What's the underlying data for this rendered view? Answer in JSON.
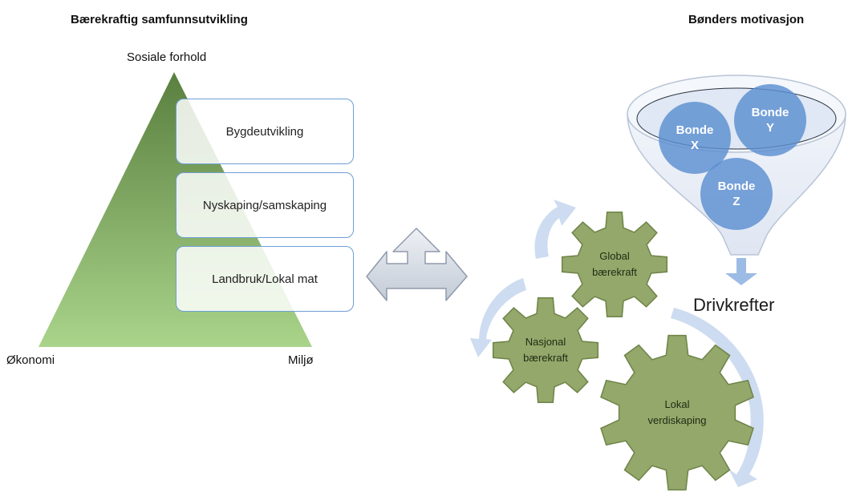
{
  "left": {
    "title": "Bærekraftig samfunnsutvikling",
    "apex_label": "Sosiale forhold",
    "left_label": "Økonomi",
    "right_label": "Miljø",
    "boxes": [
      "Bygdeutvikling",
      "Nyskaping/samskaping",
      "Landbruk/Lokal mat"
    ]
  },
  "right": {
    "title": "Bønders motivasjon",
    "farmers": [
      "Bonde\nX",
      "Bonde\nY",
      "Bonde\nZ"
    ],
    "drivers_label": "Drivkrefter",
    "gears": [
      "Global\nbærekraft",
      "Nasjonal\nbærekraft",
      "Lokal\nverdiskaping"
    ]
  },
  "colors": {
    "triangle_top": "#5a7f3f",
    "triangle_bottom": "#a9d48a",
    "box_border": "#6e9fd6",
    "gear_fill": "#93a86a",
    "gear_stroke": "#6e8448",
    "bonde_fill": "#5b8fd1",
    "funnel_fill": "#e9eef7",
    "cycle_arrow": "#cddcf0",
    "cross_arrow": "#cfd6e0"
  }
}
